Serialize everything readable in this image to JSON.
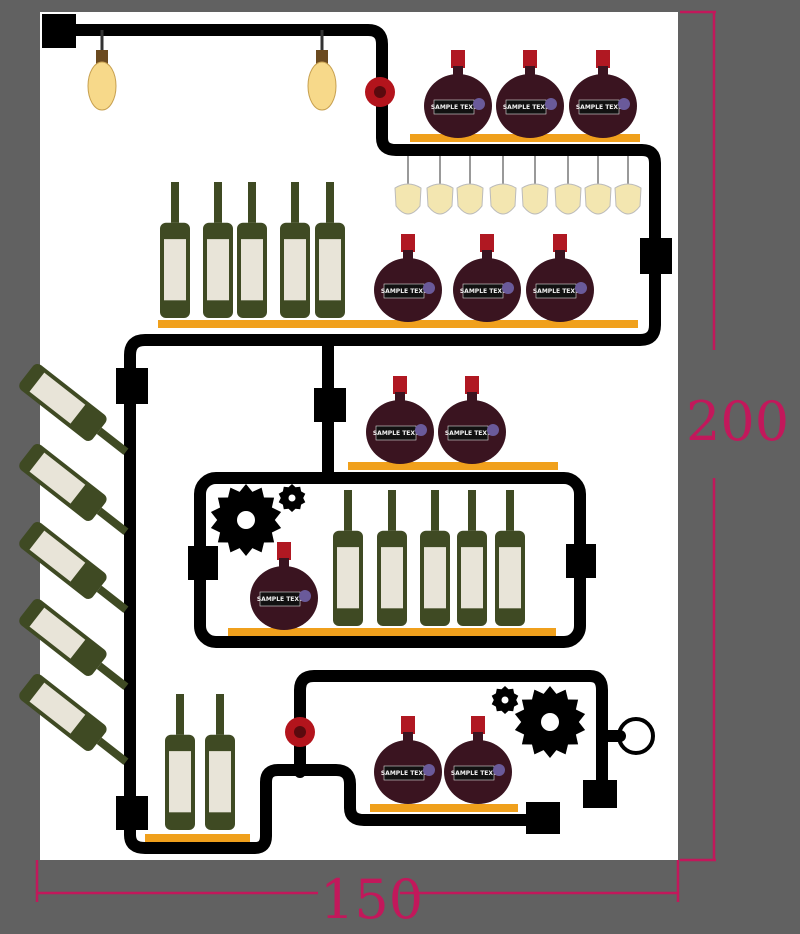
{
  "dimensions": {
    "height_label": "200",
    "width_label": "150",
    "color": "#c2185b"
  },
  "bottle_label_text": "SAMPLE TEXT",
  "colors": {
    "background": "#616161",
    "panel": "#ffffff",
    "pipe": "#000000",
    "shelf": "#f0a01c",
    "valve": "#b3141c",
    "round_bottle": "#3a1420",
    "green_bottle": "#3f4a23"
  }
}
